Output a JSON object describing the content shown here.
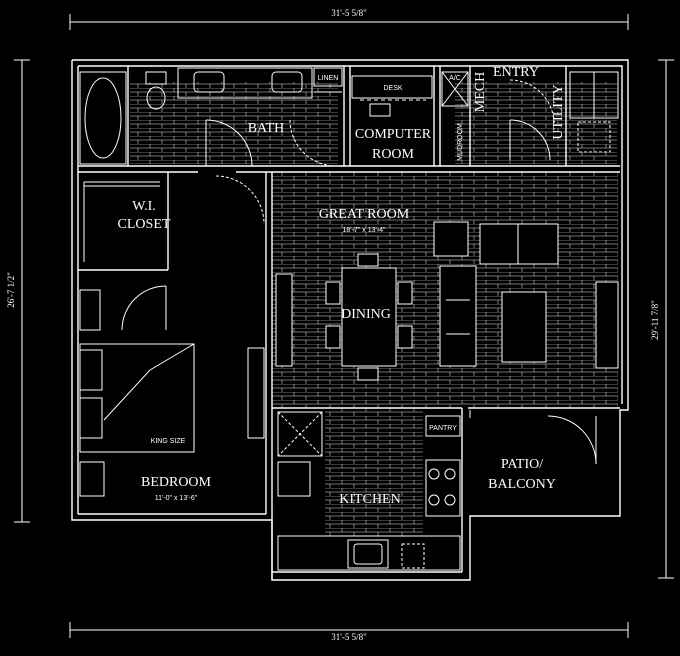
{
  "dimensions": {
    "top": "31'-5 5/8\"",
    "bottom": "31'-5 5/8\"",
    "left": "26'-7 1/2\"",
    "right": "29'-11 7/8\""
  },
  "rooms": {
    "bath": "BATH",
    "linen": "LINEN",
    "computer_room_line1": "COMPUTER",
    "computer_room_line2": "ROOM",
    "desk": "DESK",
    "entry": "ENTRY",
    "mech": "MECH",
    "utility": "UTILITY",
    "mudroom": "MUDROOM",
    "ac": "A/C",
    "wi_closet_line1": "W.I.",
    "wi_closet_line2": "CLOSET",
    "great_room": "GREAT ROOM",
    "great_room_size": "18'-7\" x 13'-4\"",
    "dining": "DINING",
    "bedroom": "BEDROOM",
    "bedroom_size": "11'-0\" x 13'-6\"",
    "king_size": "KING SIZE",
    "pantry": "PANTRY",
    "kitchen": "KITCHEN",
    "patio_line1": "PATIO/",
    "patio_line2": "BALCONY"
  },
  "colors": {
    "background": "#000000",
    "line": "#ffffff",
    "brick": "#b8b8b8"
  }
}
